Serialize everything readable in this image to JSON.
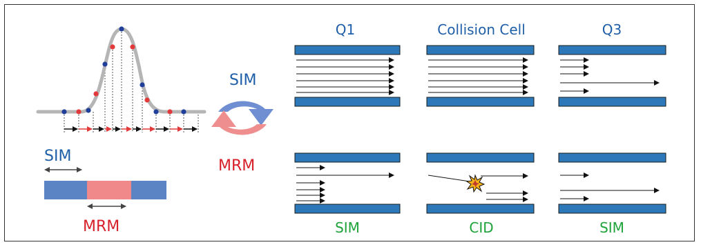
{
  "colors": {
    "blue_text": "#1f5fa8",
    "red_text": "#d8202a",
    "green_text": "#1ea33a",
    "quad_bar": "#2d78b8",
    "curve_gray": "#b5b5b5",
    "dot_blue": "#1f3f9a",
    "dot_red": "#e23a3a",
    "strip_blue": "#5b84c4",
    "strip_red": "#f08a8a",
    "cycle_blue": "#6f8fd2",
    "cycle_red": "#ef8e8e"
  },
  "labels": {
    "sim_left": "SIM",
    "mrm_bottom_left": "MRM",
    "sim_cycle": "SIM",
    "mrm_cycle": "MRM",
    "col_q1": "Q1",
    "col_collision": "Collision Cell",
    "col_q3": "Q3",
    "bottom_sim_1": "SIM",
    "bottom_cid": "CID",
    "bottom_sim_2": "SIM"
  },
  "icons": {
    "cycle": "cycle-arrows-icon",
    "collision": "collision-burst-icon"
  }
}
